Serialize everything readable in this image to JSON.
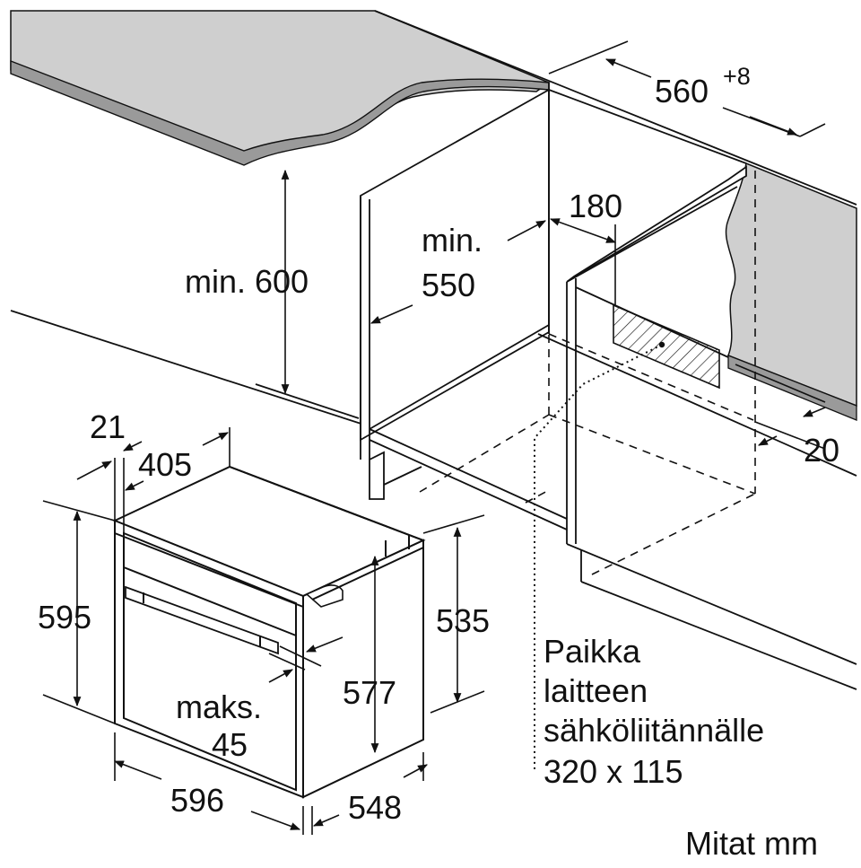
{
  "dimensions": {
    "niche_width": "560",
    "niche_width_tolerance": "+8",
    "cable_offset": "180",
    "min_depth_label": "min.",
    "min_depth_value": "550",
    "min_height": "min. 600",
    "side_gap": "20",
    "front_frame_depth": "21",
    "upper_depth": "405",
    "oven_height": "595",
    "body_height": "535",
    "door_height": "577",
    "handle_projection_label": "maks.",
    "handle_projection_value": "45",
    "oven_width": "596",
    "oven_depth": "548"
  },
  "connection_note": {
    "line1": "Paikka",
    "line2": "laitteen",
    "line3": "sähköliitännälle",
    "line4": "320 x 115"
  },
  "units_note": "Mitat mm",
  "colors": {
    "countertop": "#cccccc",
    "countertop_edge": "#9a9a9a",
    "line": "#111111",
    "background": "#ffffff"
  }
}
